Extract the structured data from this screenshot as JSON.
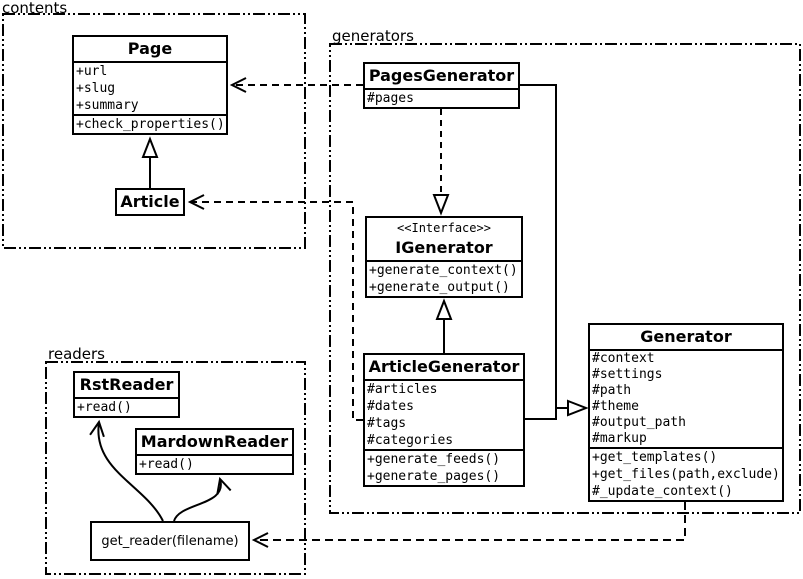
{
  "colors": {
    "background": "#ffffff",
    "line": "#000000",
    "box_fill": "#ffffff"
  },
  "packages": {
    "contents": {
      "label": "contents"
    },
    "generators": {
      "label": "generators"
    },
    "readers": {
      "label": "readers"
    }
  },
  "classes": {
    "page": {
      "title": "Page",
      "attributes": [
        "+url",
        "+slug",
        "+summary"
      ],
      "methods": [
        "+check_properties()"
      ]
    },
    "article": {
      "title": "Article"
    },
    "pages_generator": {
      "title": "PagesGenerator",
      "attributes": [
        "#pages"
      ]
    },
    "igenerator": {
      "stereotype": "<<Interface>>",
      "title": "IGenerator",
      "methods": [
        "+generate_context()",
        "+generate_output()"
      ]
    },
    "article_generator": {
      "title": "ArticleGenerator",
      "attributes": [
        "#articles",
        "#dates",
        "#tags",
        "#categories"
      ],
      "methods": [
        "+generate_feeds()",
        "+generate_pages()"
      ]
    },
    "generator": {
      "title": "Generator",
      "attributes": [
        "#context",
        "#settings",
        "#path",
        "#theme",
        "#output_path",
        "#markup"
      ],
      "methods": [
        "+get_templates()",
        "+get_files(path,exclude)",
        "#_update_context()"
      ]
    },
    "rst_reader": {
      "title": "RstReader",
      "methods": [
        "+read()"
      ]
    },
    "mardown_reader": {
      "title": "MardownReader",
      "methods": [
        "+read()"
      ]
    }
  },
  "nodes": {
    "get_reader": {
      "label": "get_reader(filename)"
    }
  },
  "relationships": [
    {
      "from": "Article",
      "to": "Page",
      "type": "inheritance",
      "style": "solid-hollow-triangle"
    },
    {
      "from": "PagesGenerator",
      "to": "Page",
      "type": "dependency",
      "style": "dashed-open-arrow"
    },
    {
      "from": "ArticleGenerator",
      "to": "Article",
      "type": "dependency",
      "style": "dashed-open-arrow"
    },
    {
      "from": "PagesGenerator",
      "to": "IGenerator",
      "type": "realization",
      "style": "dashed-hollow-triangle"
    },
    {
      "from": "ArticleGenerator",
      "to": "IGenerator",
      "type": "inheritance",
      "style": "solid-hollow-triangle"
    },
    {
      "from": "PagesGenerator",
      "to": "Generator",
      "type": "inheritance",
      "style": "solid-hollow-triangle"
    },
    {
      "from": "ArticleGenerator",
      "to": "Generator",
      "type": "inheritance",
      "style": "solid-hollow-triangle"
    },
    {
      "from": "Generator",
      "to": "get_reader",
      "type": "dependency",
      "style": "dashed-open-arrow"
    },
    {
      "from": "get_reader",
      "to": "RstReader",
      "type": "flow",
      "style": "curved-open-arrow"
    },
    {
      "from": "get_reader",
      "to": "MardownReader",
      "type": "flow",
      "style": "curved-open-arrow"
    }
  ]
}
